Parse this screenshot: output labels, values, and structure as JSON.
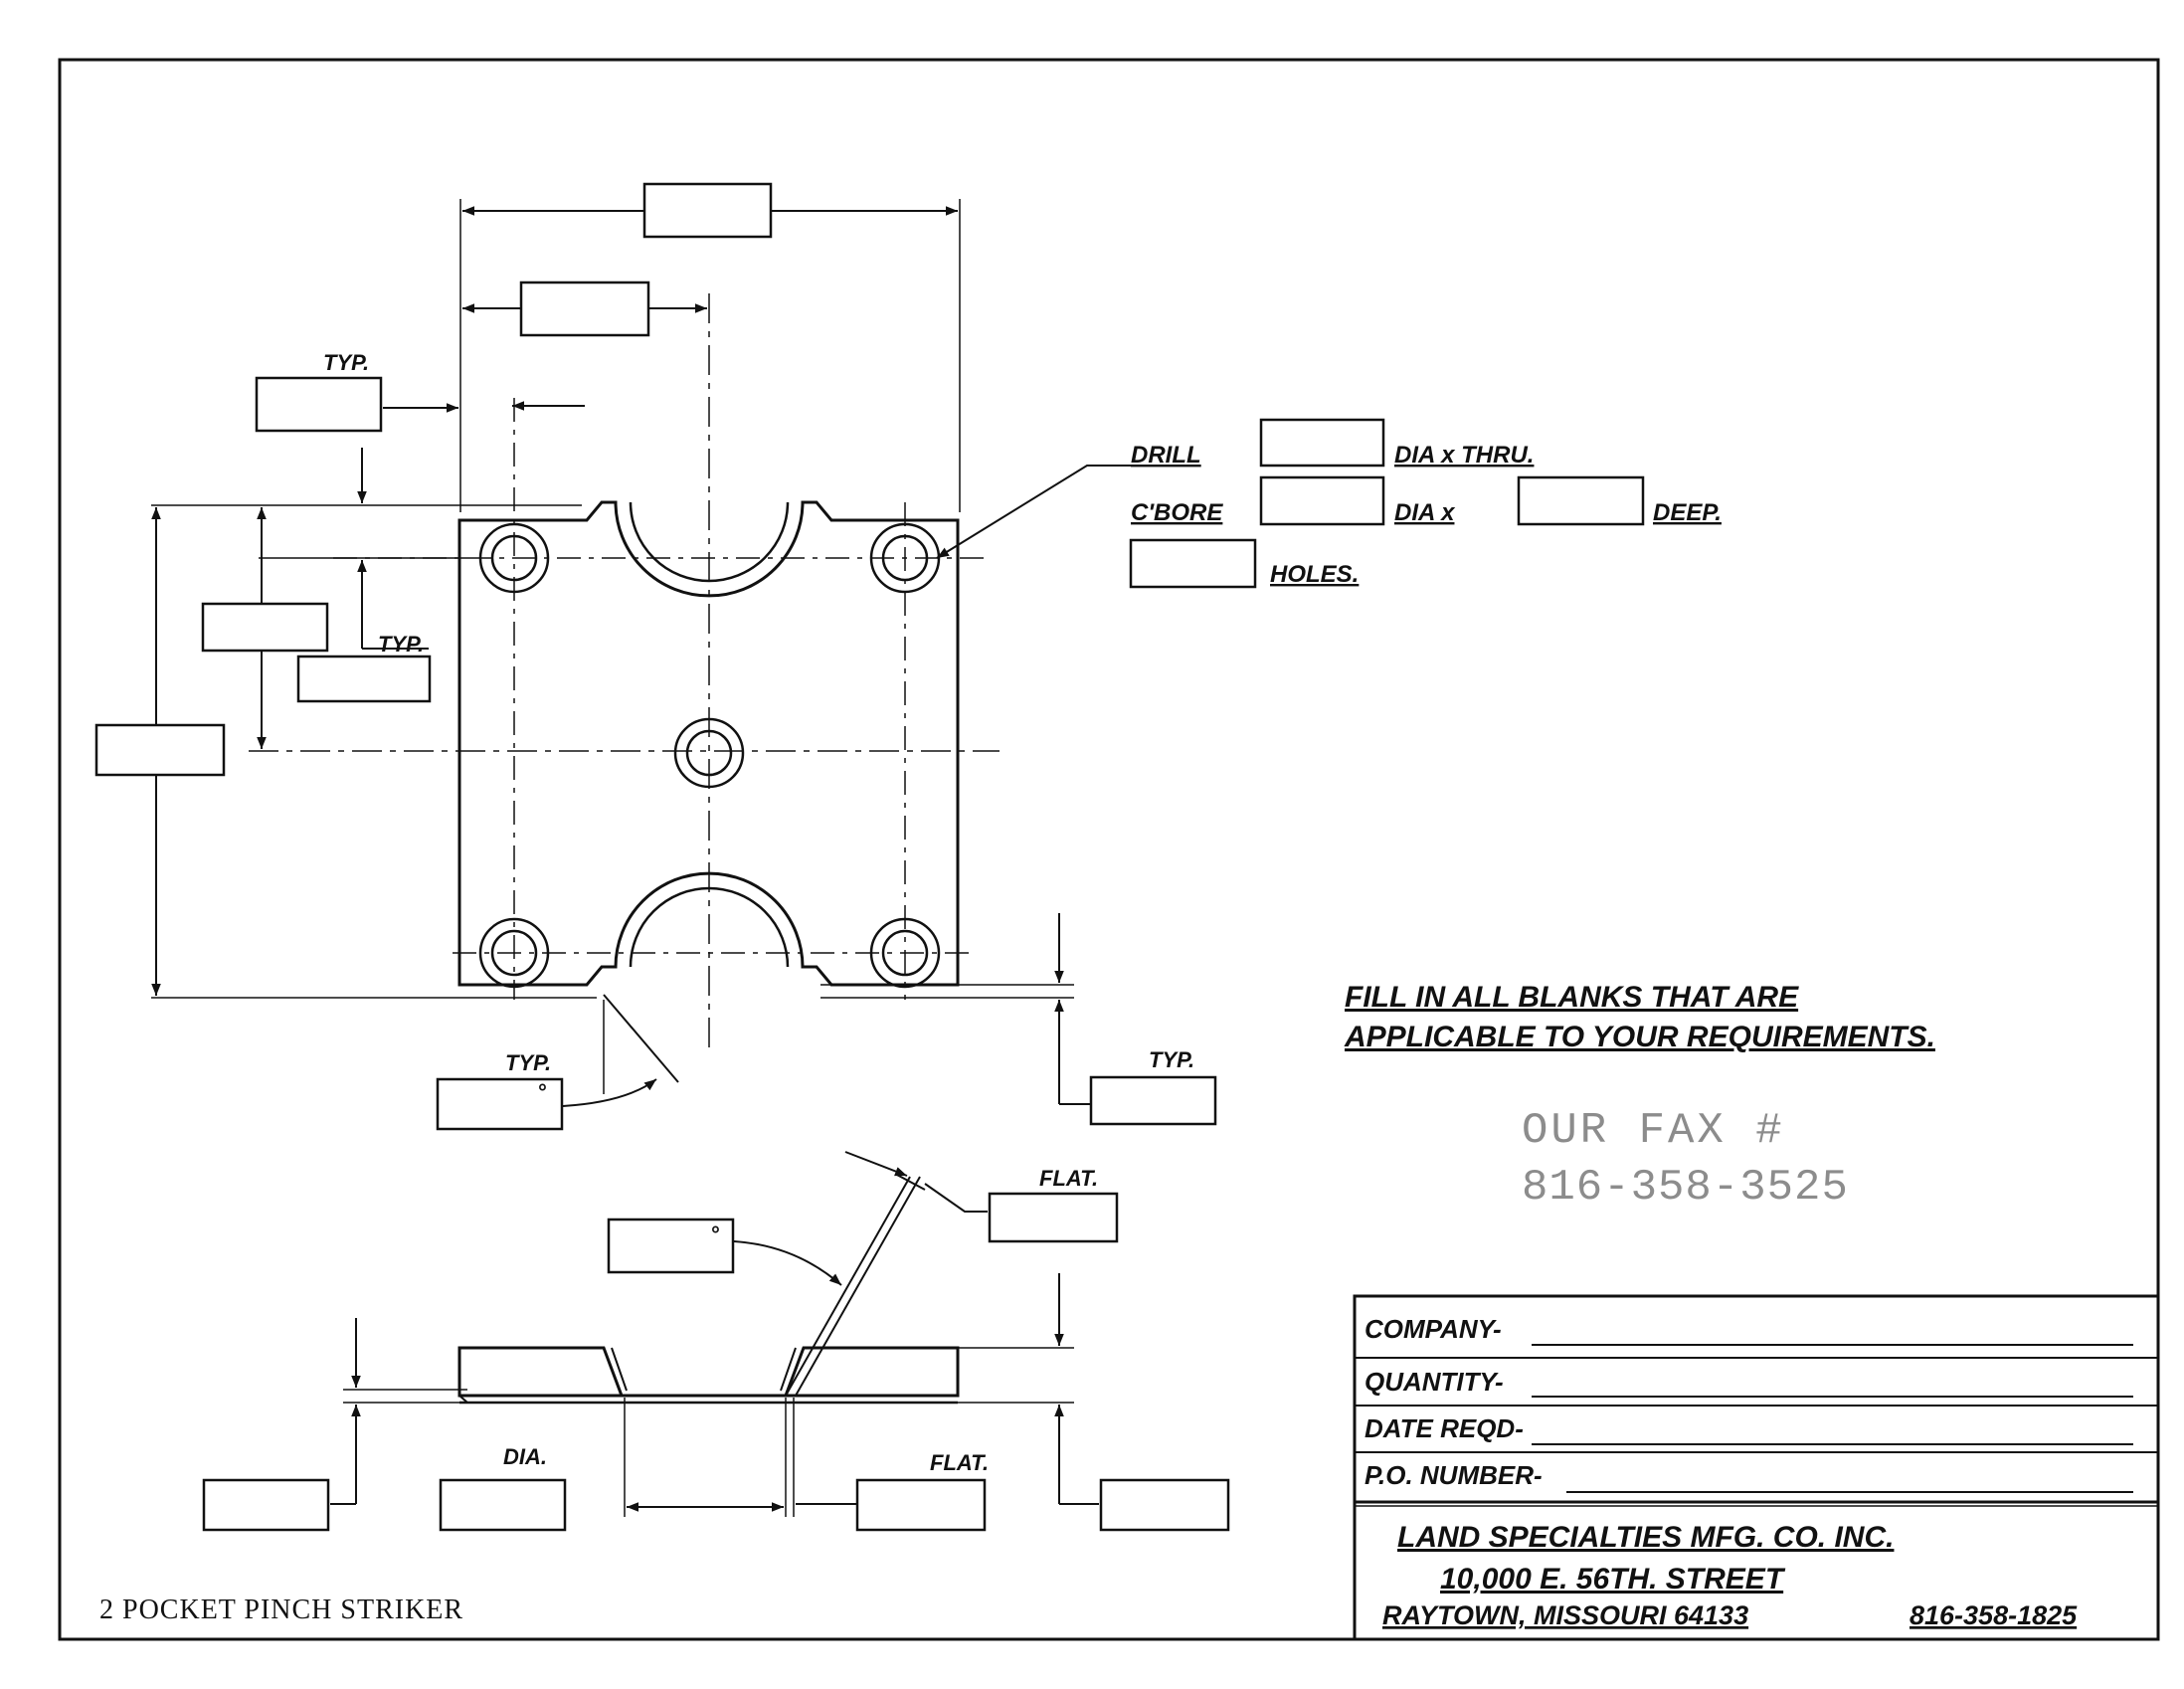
{
  "drawing": {
    "title": "2 POCKET PINCH STRIKER",
    "labels": {
      "typ": "TYP.",
      "flat": "FLAT.",
      "dia": "DIA.",
      "degree_mark": "°"
    }
  },
  "hole_callout": {
    "drill": "DRILL",
    "dia_thru": "DIA x THRU.",
    "cbore": "C'BORE",
    "dia_x": "DIA x",
    "deep": "DEEP.",
    "holes": "HOLES."
  },
  "instructions": {
    "line1": "FILL IN ALL BLANKS THAT ARE",
    "line2": "APPLICABLE TO YOUR REQUIREMENTS."
  },
  "fax_stamp": {
    "line1": "OUR FAX #",
    "line2": "816-358-3525"
  },
  "order_form": {
    "company_label": "COMPANY-",
    "quantity_label": "QUANTITY-",
    "date_label": "DATE REQD-",
    "po_label": "P.O. NUMBER-"
  },
  "company_block": {
    "name": "LAND SPECIALTIES MFG. CO. INC.",
    "street": "10,000 E. 56TH. STREET",
    "city": "RAYTOWN, MISSOURI 64133",
    "phone": "816-358-1825"
  },
  "colors": {
    "ink": "#111111",
    "paper": "#ffffff",
    "stamp": "#666666"
  }
}
